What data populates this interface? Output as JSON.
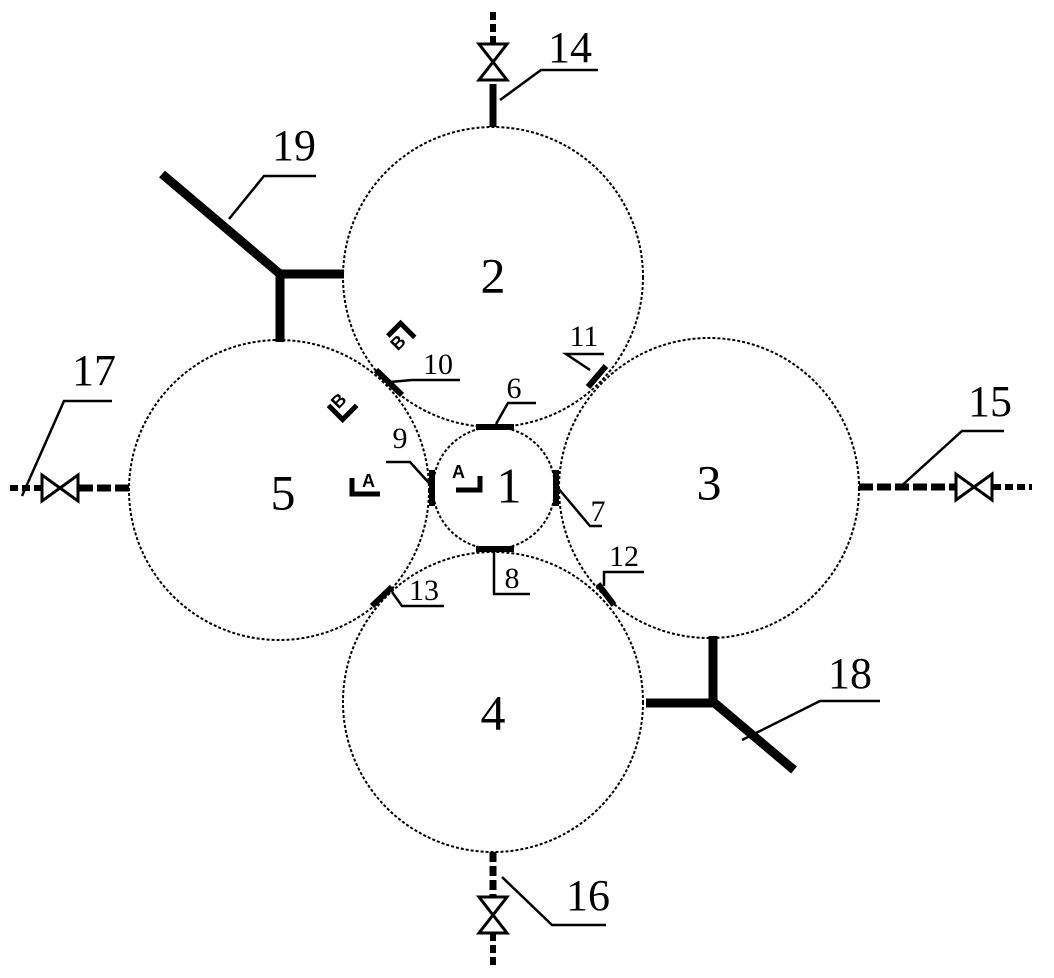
{
  "tanks": [
    {
      "id": "tank-1",
      "label": "1"
    },
    {
      "id": "tank-2",
      "label": "2"
    },
    {
      "id": "tank-3",
      "label": "3"
    },
    {
      "id": "tank-4",
      "label": "4"
    },
    {
      "id": "tank-5",
      "label": "5"
    }
  ],
  "connections": [
    "6",
    "7",
    "8",
    "9",
    "10",
    "11",
    "12",
    "13"
  ],
  "outlets": [
    "14",
    "15",
    "16",
    "17"
  ],
  "manifolds": [
    "18",
    "19"
  ],
  "section_marks": {
    "a": "A",
    "b": "B"
  }
}
